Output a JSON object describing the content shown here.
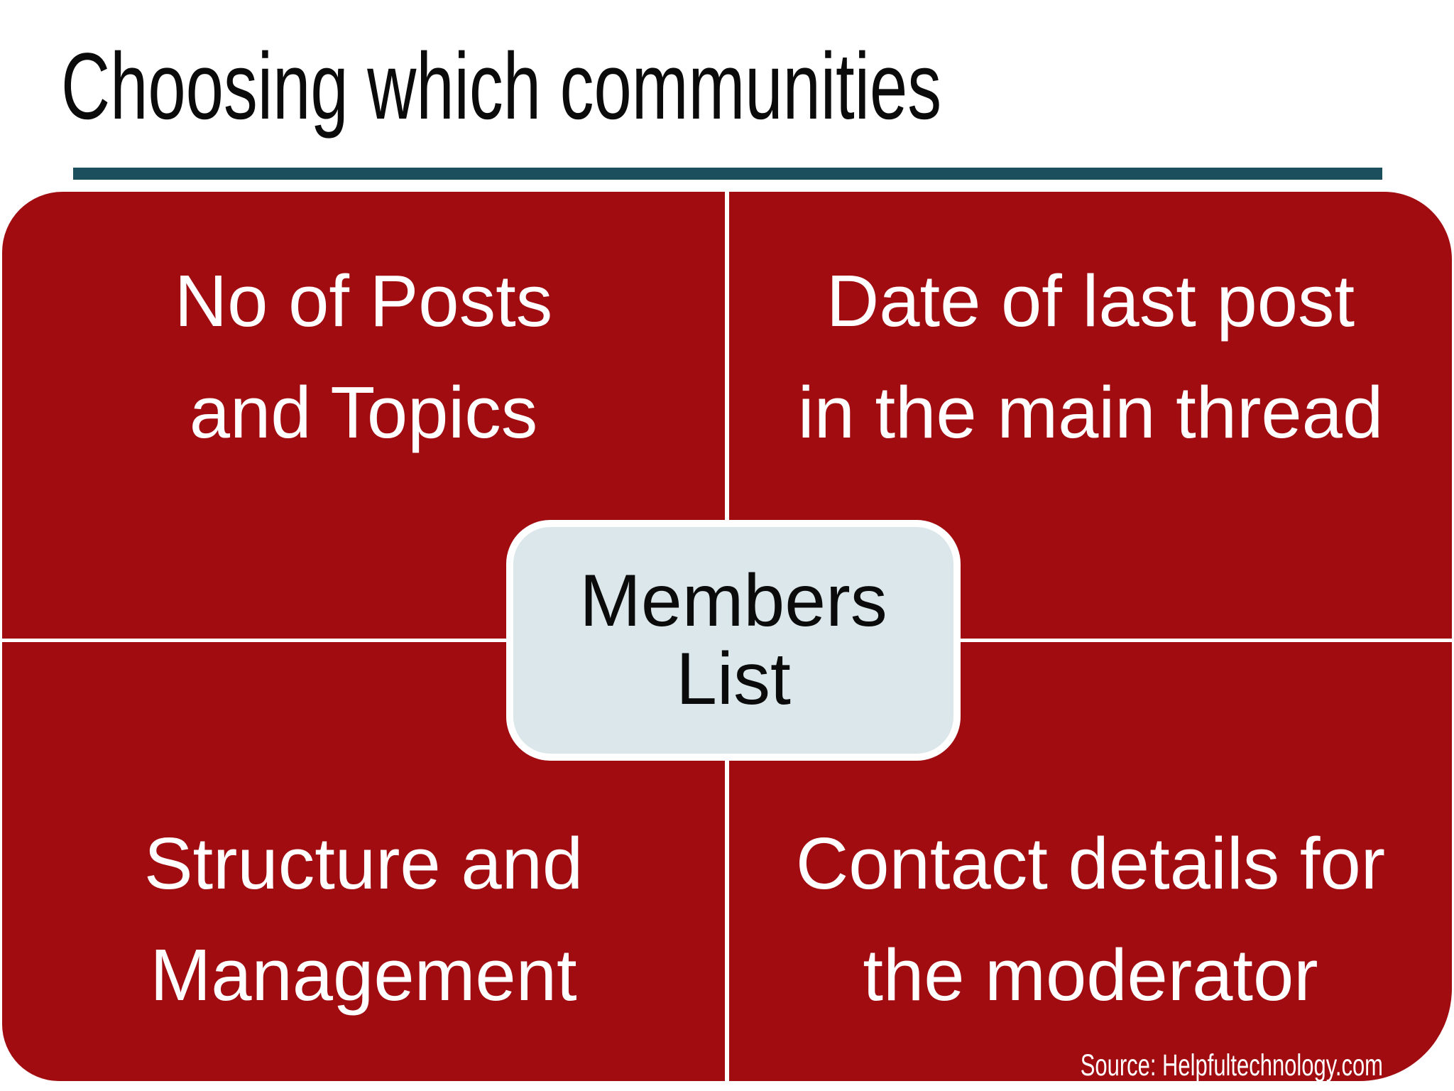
{
  "slide": {
    "title": "Choosing which communities",
    "source": "Source: Helpfultechnology.com",
    "center_label": {
      "line1": "Members",
      "line2": "List"
    },
    "quadrants": [
      {
        "id": "top-left",
        "line1": "No of Posts",
        "line2": "and Topics"
      },
      {
        "id": "top-right",
        "line1": "Date of last post",
        "line2": "in the main thread"
      },
      {
        "id": "bottom-left",
        "line1": "Structure and",
        "line2": "Management"
      },
      {
        "id": "bottom-right",
        "line1": "Contact details for",
        "line2": "the moderator"
      }
    ],
    "colors": {
      "quadrant_red": "#a10c11",
      "rule_teal": "#1b4f5d",
      "center_fill": "#dbe7ea",
      "title_color": "#0b0b0b",
      "quadrant_text": "#ffffff"
    }
  }
}
